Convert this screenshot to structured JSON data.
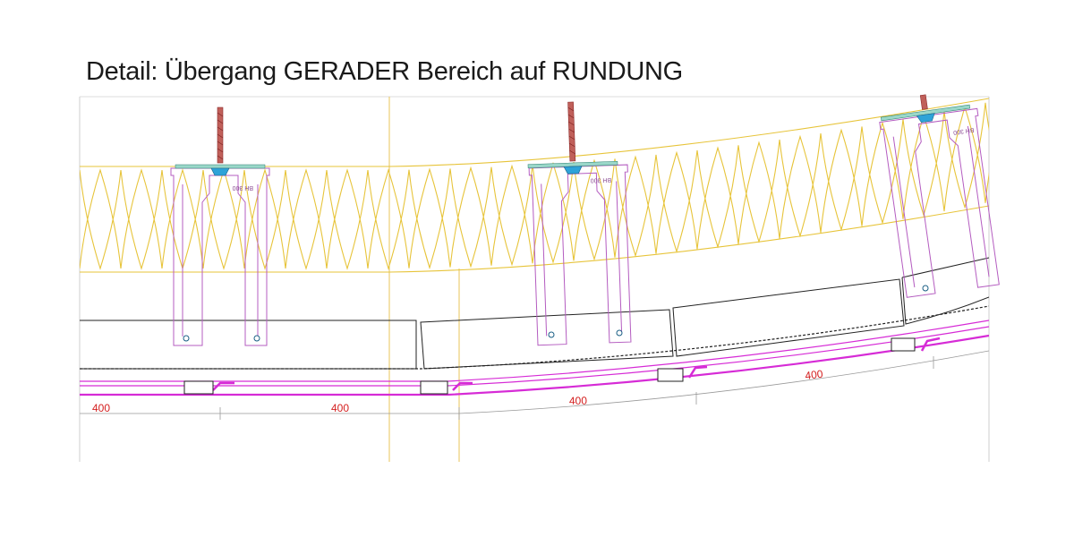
{
  "title": "Detail: Übergang GERADER Bereich auf RUNDUNG",
  "bracket_label": "BH 300",
  "dimensions": [
    {
      "label": "400"
    },
    {
      "label": "400"
    },
    {
      "label": "400"
    },
    {
      "label": "400"
    }
  ],
  "colors": {
    "insulation": "#e7c43a",
    "bracket": "#b45cc0",
    "rail": "#d62bd6",
    "dimension_text": "#d42020",
    "axis": "#e8c45a",
    "outline": "#222222"
  },
  "icons": [
    "screw-icon",
    "washer-icon"
  ]
}
